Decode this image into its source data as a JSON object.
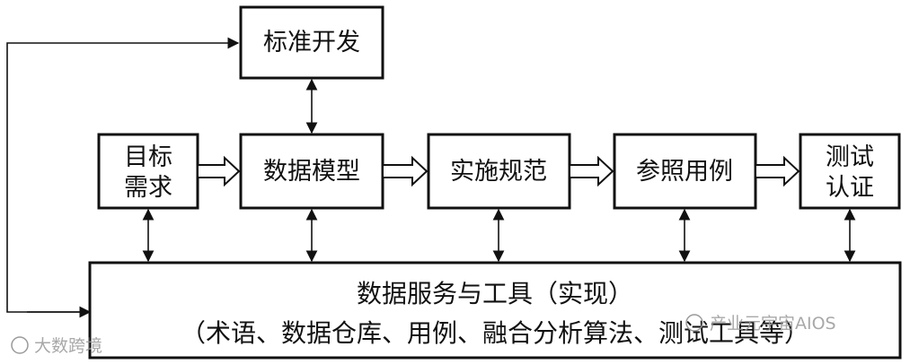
{
  "nodes": {
    "standards": {
      "label": "标准开发"
    },
    "goals": {
      "lines": [
        "目标",
        "需求"
      ]
    },
    "data_model": {
      "label": "数据模型"
    },
    "implementation": {
      "label": "实施规范"
    },
    "use_cases": {
      "label": "参照用例"
    },
    "testing": {
      "lines": [
        "测试",
        "认证"
      ]
    },
    "services": {
      "line1": "数据服务与工具（实现）",
      "line2": "（术语、数据仓库、用例、融合分析算法、测试工具等）"
    }
  },
  "watermarks": {
    "left": "大数跨境",
    "right": "产业元宇宙AIOS"
  }
}
